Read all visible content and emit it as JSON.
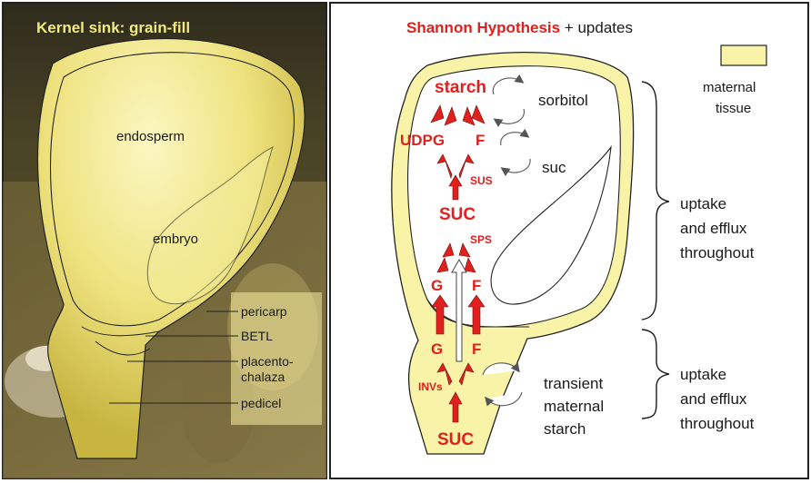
{
  "left_panel": {
    "title": "Kernel sink: grain-fill",
    "labels": {
      "endosperm": "endosperm",
      "embryo": "embryo",
      "pericarp": "pericarp",
      "betl": "BETL",
      "placento_line1": "placento-",
      "placento_line2": "chalaza",
      "pedicel": "pedicel"
    }
  },
  "right_panel": {
    "title_highlight": "Shannon Hypothesis",
    "title_rest": " + updates",
    "legend_label_line1": "maternal",
    "legend_label_line2": "tissue",
    "pathway": {
      "starch": "starch",
      "udpg": "UDPG",
      "f_top": "F",
      "sus": "SUS",
      "suc_mid": "SUC",
      "sps": "SPS",
      "g_mid": "G",
      "f_mid": "F",
      "g_low": "G",
      "f_low": "F",
      "invs": "INVs",
      "suc_bottom": "SUC"
    },
    "cycles": {
      "sorbitol": "sorbitol",
      "suc": "suc"
    },
    "side_labels": {
      "transient_line1": "transient",
      "transient_line2": "maternal",
      "transient_line3": "starch",
      "uptake_top_line1": "uptake",
      "uptake_top_line2": "and efflux",
      "uptake_top_line3": "throughout",
      "uptake_bottom_line1": "uptake",
      "uptake_bottom_line2": "and efflux",
      "uptake_bottom_line3": "throughout"
    },
    "colors": {
      "accent_red": "#e1201d",
      "maternal_fill": "#f8f3a7",
      "outline": "#1a1a1a"
    }
  }
}
